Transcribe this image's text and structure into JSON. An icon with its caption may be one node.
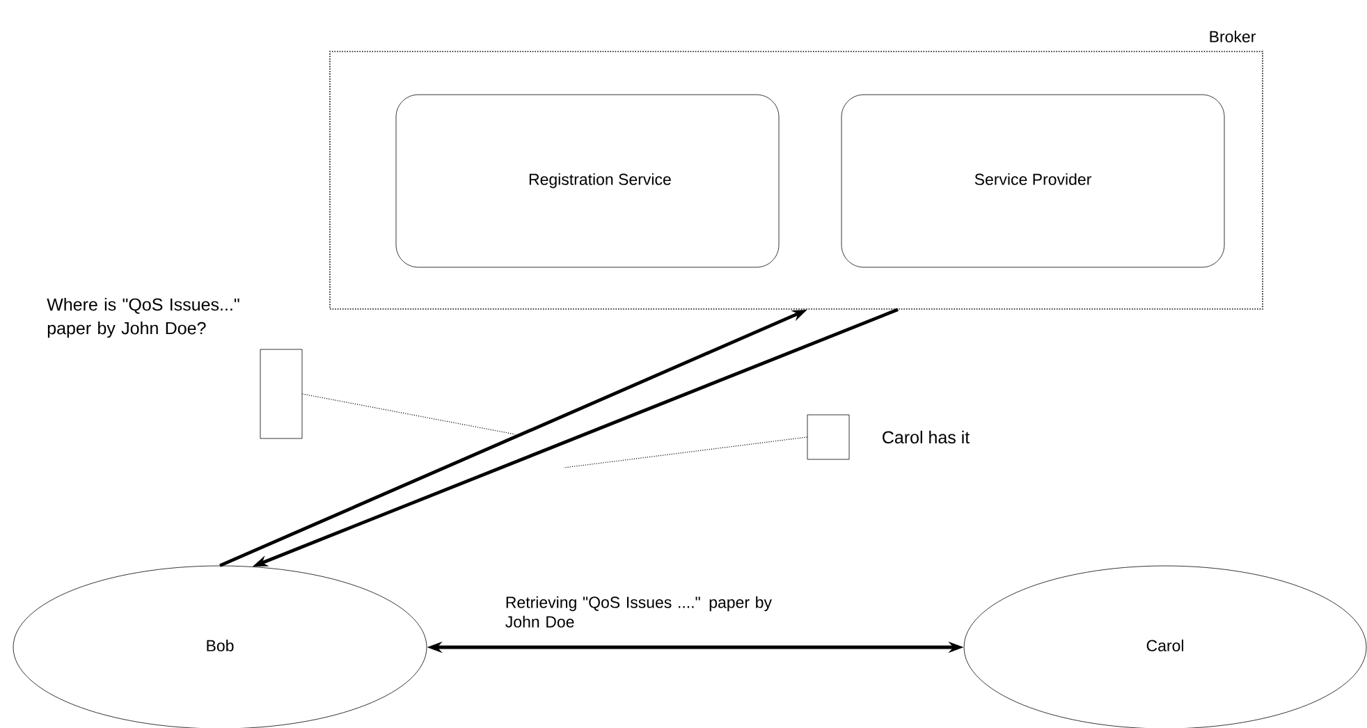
{
  "diagram": {
    "nodes": [
      {
        "text": [
          "Broker"
        ]
      },
      {
        "text": [
          "Registration Service"
        ],
        "in": 0
      },
      {
        "text": [
          "Service Provider"
        ],
        "in": 0
      },
      {
        "text": [
          "Bob"
        ]
      },
      {
        "text": [
          "Carol"
        ]
      },
      {
        "text": [],
        "shape": "box",
        "beside": [
          "Where is \"QoS Issues...\" paper by John Doe?"
        ]
      },
      {
        "text": [],
        "shape": "box",
        "beside": [
          "Carol has it"
        ]
      }
    ],
    "edges": [
      {
        "from": 3,
        "to": 0,
        "arrow": "to"
      },
      {
        "from": 0,
        "to": 3,
        "arrow": "to"
      },
      {
        "from": 3,
        "to": 4,
        "arrow": "both",
        "label": "Retrieving \"QoS Issues ....\" paper by John Doe"
      },
      {
        "from": 5,
        "to": null,
        "arrow": "none",
        "style": "dashed"
      },
      {
        "from": 6,
        "to": null,
        "arrow": "none",
        "style": "dashed"
      }
    ]
  }
}
